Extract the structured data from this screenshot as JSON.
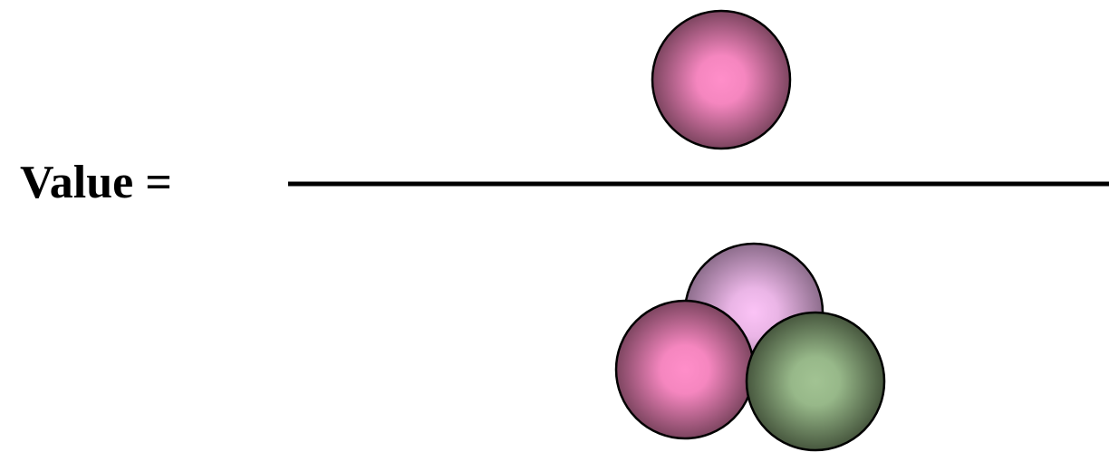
{
  "equation": {
    "label": "Value ="
  },
  "colors": {
    "pink_ball_center": "#ff8ec9",
    "pink_ball_edge": "#7d4560",
    "lavender_ball_center": "#fbc3f6",
    "lavender_ball_edge": "#8d6d8c",
    "green_ball_center": "#a2c393",
    "green_ball_edge": "#47573e",
    "outline": "#000000",
    "fraction_bar": "#000000"
  },
  "numerator": {
    "balls": [
      "pink"
    ]
  },
  "denominator": {
    "balls": [
      "lavender",
      "pink",
      "green"
    ]
  }
}
